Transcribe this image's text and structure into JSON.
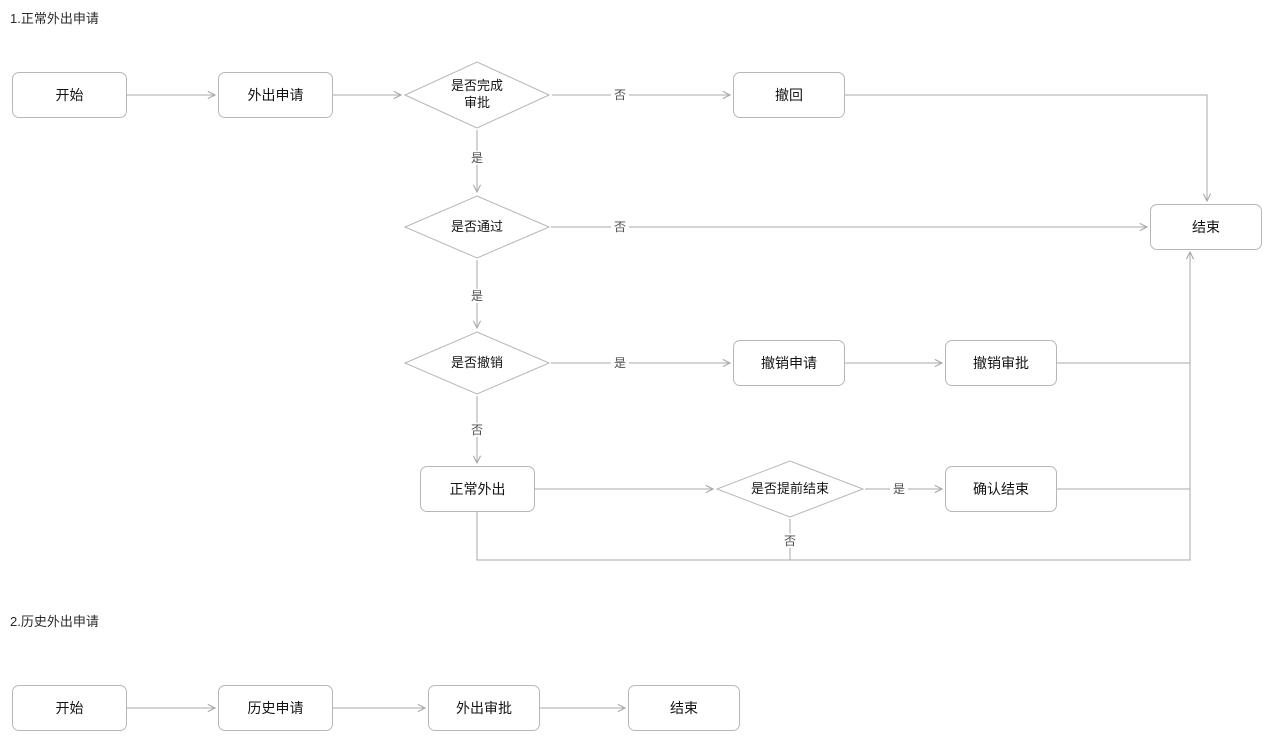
{
  "style": {
    "background": "#ffffff",
    "node_fill": "#ffffff",
    "node_border": "#b7b7b7",
    "connector_color": "#a9a9a9",
    "node_text_color": "#141414",
    "edge_label_color": "#4d4d4d"
  },
  "diagram1": {
    "title": "1.正常外出申请",
    "nodes": {
      "start": "开始",
      "apply": "外出申请",
      "decision_complete": "是否完成审批",
      "withdraw": "撤回",
      "end": "结束",
      "decision_pass": "是否通过",
      "decision_revoke": "是否撤销",
      "revoke_apply": "撤销申请",
      "revoke_approve": "撤销审批",
      "normal_out": "正常外出",
      "decision_early_end": "是否提前结束",
      "confirm_end": "确认结束"
    },
    "edge_labels": {
      "complete_no": "否",
      "complete_yes": "是",
      "pass_no": "否",
      "pass_yes": "是",
      "revoke_yes": "是",
      "revoke_no": "否",
      "early_yes": "是",
      "early_no": "否"
    }
  },
  "diagram2": {
    "title": "2.历史外出申请",
    "nodes": {
      "start": "开始",
      "history_apply": "历史申请",
      "out_approve": "外出审批",
      "end": "结束"
    }
  }
}
